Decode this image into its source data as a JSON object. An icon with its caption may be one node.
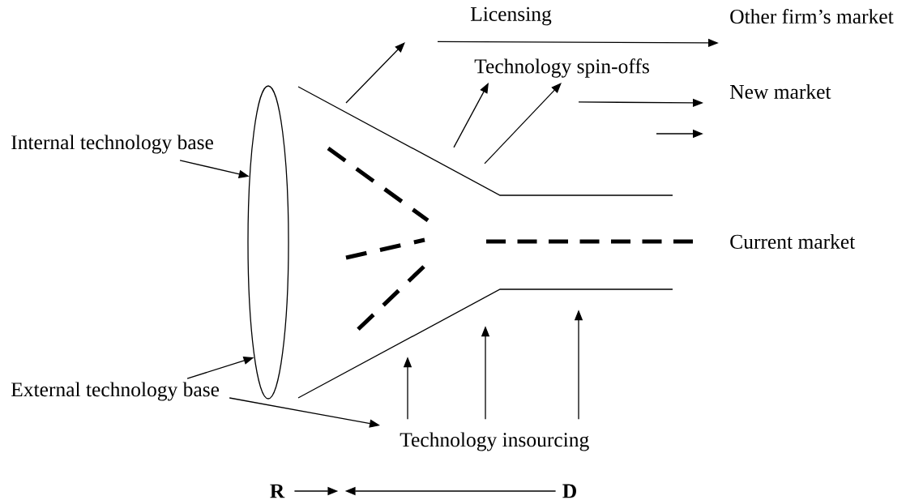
{
  "diagram": {
    "nodes": [
      {
        "text": [
          "Internal technology base"
        ]
      },
      {
        "text": [],
        "shape": "ellipse"
      },
      {
        "text": [
          "External technology base"
        ]
      },
      {
        "text": [
          "Technology insourcing"
        ]
      },
      {
        "text": [
          "Licensing"
        ]
      },
      {
        "text": [
          "Other firm’s market"
        ]
      },
      {
        "text": [
          "Technology spin-offs"
        ]
      },
      {
        "text": [
          "New market"
        ]
      },
      {
        "text": [
          "Current market"
        ]
      },
      {
        "text": [
          "R"
        ]
      },
      {
        "text": [
          "D"
        ]
      }
    ],
    "edges": [
      {
        "from": 0,
        "to": 1,
        "arrow": "to"
      },
      {
        "from": 2,
        "to": 1,
        "arrow": "to"
      },
      {
        "from": 2,
        "to": 3,
        "arrow": "to"
      },
      {
        "from": 3,
        "to": null,
        "arrow": "to"
      },
      {
        "from": 3,
        "to": null,
        "arrow": "to"
      },
      {
        "from": 3,
        "to": null,
        "arrow": "to"
      },
      {
        "from": 4,
        "to": 5,
        "arrow": "to"
      },
      {
        "from": null,
        "to": 6,
        "arrow": "to"
      },
      {
        "from": null,
        "to": 6,
        "arrow": "to"
      },
      {
        "from": 6,
        "to": 7,
        "arrow": "to"
      },
      {
        "from": null,
        "to": 8,
        "arrow": "none",
        "style": "dashed"
      },
      {
        "from": 9,
        "to": null,
        "arrow": "to"
      },
      {
        "from": 10,
        "to": null,
        "arrow": "to"
      }
    ]
  }
}
